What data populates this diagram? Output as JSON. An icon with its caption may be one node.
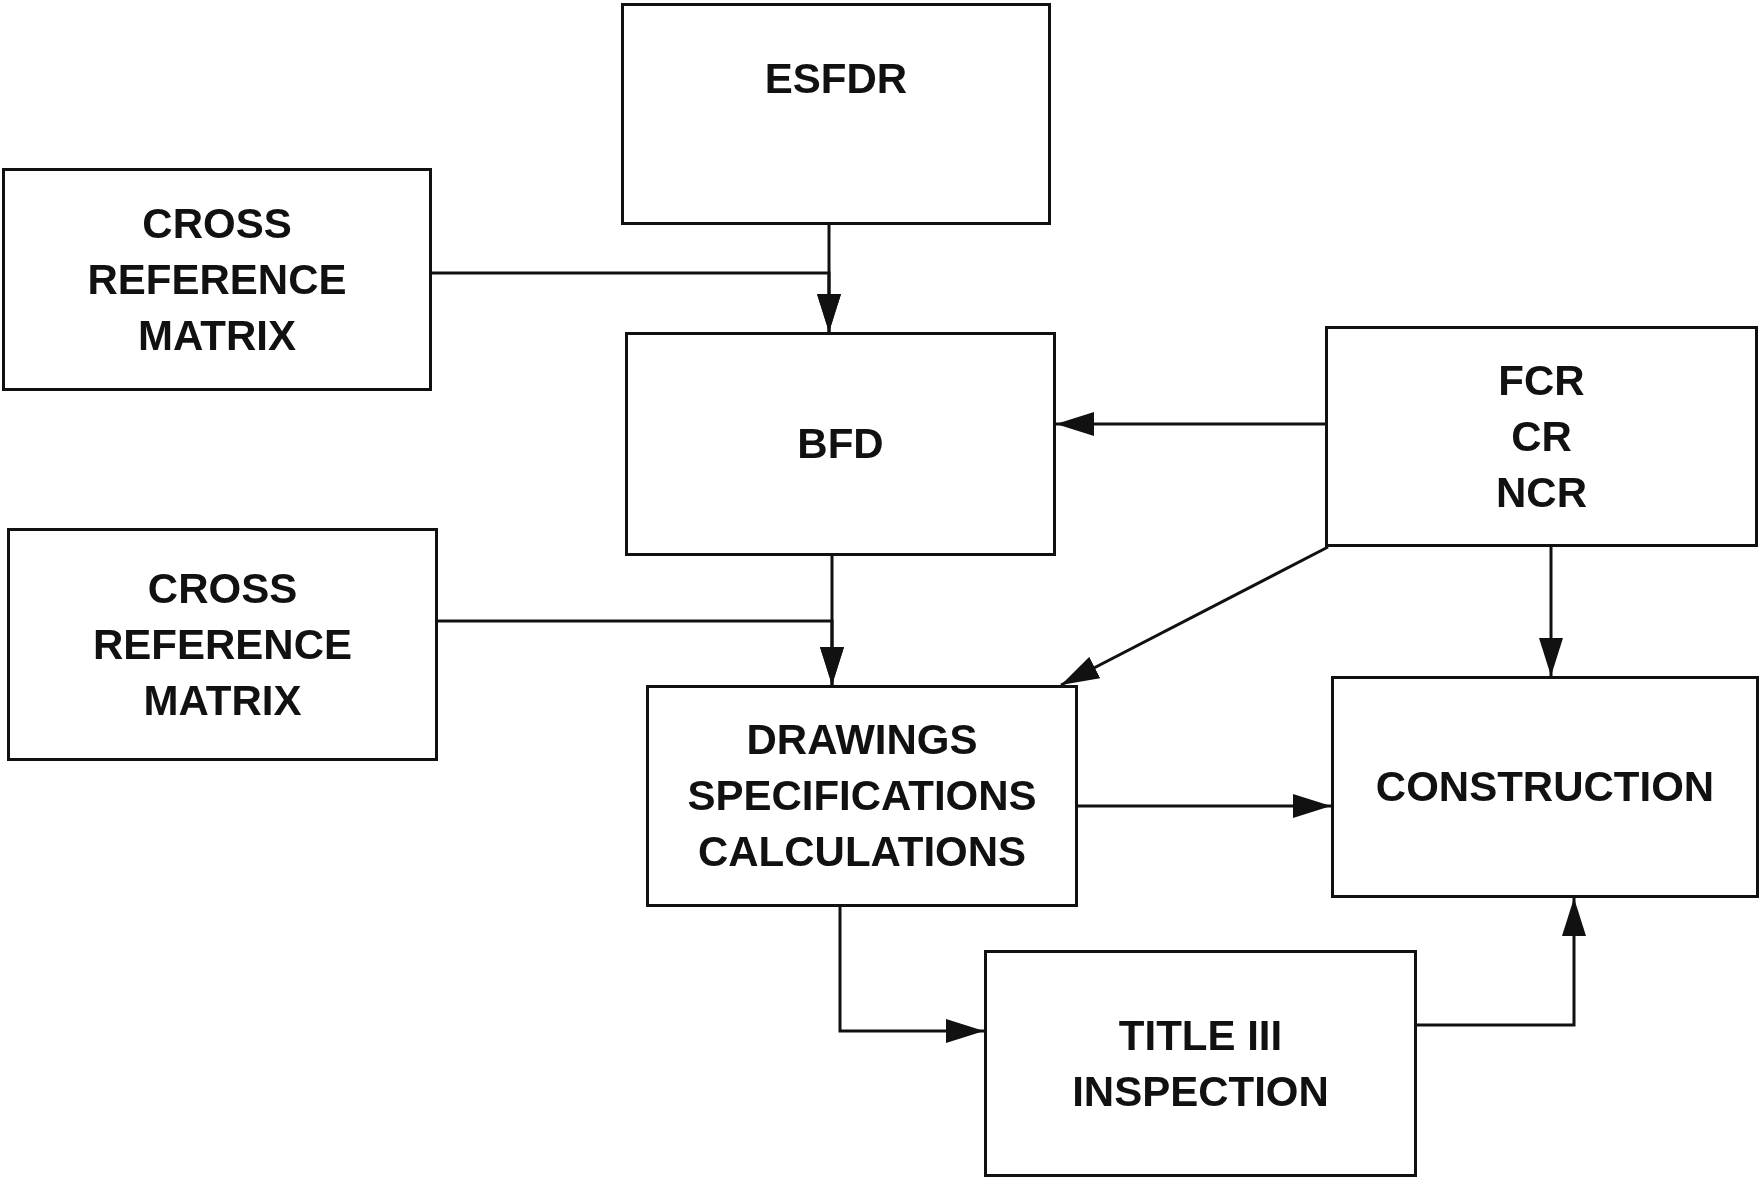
{
  "diagram": {
    "nodes": [
      {
        "text": [
          "ESFDR"
        ]
      },
      {
        "text": [
          "CROSS REFERENCE MATRIX"
        ]
      },
      {
        "text": [
          "BFD"
        ]
      },
      {
        "text": [
          "FCR CR NCR"
        ]
      },
      {
        "text": [
          "CROSS REFERENCE MATRIX"
        ]
      },
      {
        "text": [
          "DRAWINGS SPECIFICATIONS CALCULATIONS"
        ]
      },
      {
        "text": [
          "CONSTRUCTION"
        ]
      },
      {
        "text": [
          "TITLE III INSPECTION"
        ]
      }
    ],
    "edges": [
      {
        "from": 0,
        "to": 2,
        "arrow": "to"
      },
      {
        "from": 1,
        "to": 2,
        "arrow": "to"
      },
      {
        "from": 3,
        "to": 2,
        "arrow": "to"
      },
      {
        "from": 2,
        "to": 5,
        "arrow": "to"
      },
      {
        "from": 4,
        "to": 5,
        "arrow": "to"
      },
      {
        "from": 3,
        "to": 5,
        "arrow": "to"
      },
      {
        "from": 3,
        "to": 6,
        "arrow": "to"
      },
      {
        "from": 5,
        "to": 6,
        "arrow": "to"
      },
      {
        "from": 5,
        "to": 7,
        "arrow": "to"
      },
      {
        "from": 7,
        "to": 6,
        "arrow": "to"
      }
    ]
  }
}
